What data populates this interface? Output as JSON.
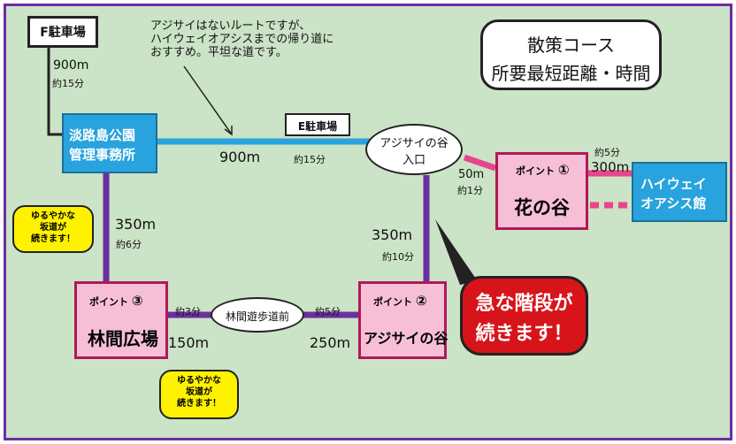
{
  "colors": {
    "background": "#cbe3c6",
    "border": "#6b2fa0",
    "blue_route": "#29a3dd",
    "purple_route": "#6b2fa0",
    "pink_route": "#e8458b",
    "point_fill": "#f7bfd6",
    "point_border": "#b0185a",
    "office_fill": "#29a3dd",
    "warning_red": "#d7141a",
    "bubble_yellow": "#fff200"
  },
  "parking_f": "F駐車場",
  "route_f": {
    "distance": "900m",
    "time": "約15分"
  },
  "note": {
    "line1": "アジサイはないルートですが、",
    "line2": "ハイウェイオアシスまでの帰り道に",
    "line3": "おすすめ。平坦な道です。"
  },
  "legend": {
    "line1": "散策コース",
    "line2": "所要最短距離・時間"
  },
  "office": {
    "line1": "淡路島公園",
    "line2": "管理事務所"
  },
  "parking_e": "E駐車場",
  "route_e": {
    "distance": "900m",
    "time": "約15分"
  },
  "valley_entrance": {
    "line1": "アジサイの谷",
    "line2": "入口"
  },
  "route_flower": {
    "distance": "50m",
    "time": "約1分"
  },
  "point1": {
    "tag": "ポイント",
    "num": "①",
    "name": "花の谷"
  },
  "route_oasis": {
    "distance": "300m",
    "time": "約5分"
  },
  "oasis": {
    "line1": "ハイウェイ",
    "line2": "オアシス館"
  },
  "route_left": {
    "distance": "350m",
    "time": "約6分"
  },
  "bubble_gentle": {
    "line1": "ゆるやかな",
    "line2": "坂道が",
    "line3": "続きます！"
  },
  "route_valley": {
    "distance": "350m",
    "time": "約10分"
  },
  "warning": {
    "line1": "急な階段が",
    "line2": "続きます！"
  },
  "point3": {
    "tag": "ポイント",
    "num": "③",
    "name": "林間広場"
  },
  "route_forest_left": {
    "distance": "150m",
    "time": "約3分"
  },
  "forest_path": "林間遊歩道前",
  "route_forest_right": {
    "distance": "250m",
    "time": "約5分"
  },
  "point2": {
    "tag": "ポイント",
    "num": "②",
    "name": "アジサイの谷"
  }
}
